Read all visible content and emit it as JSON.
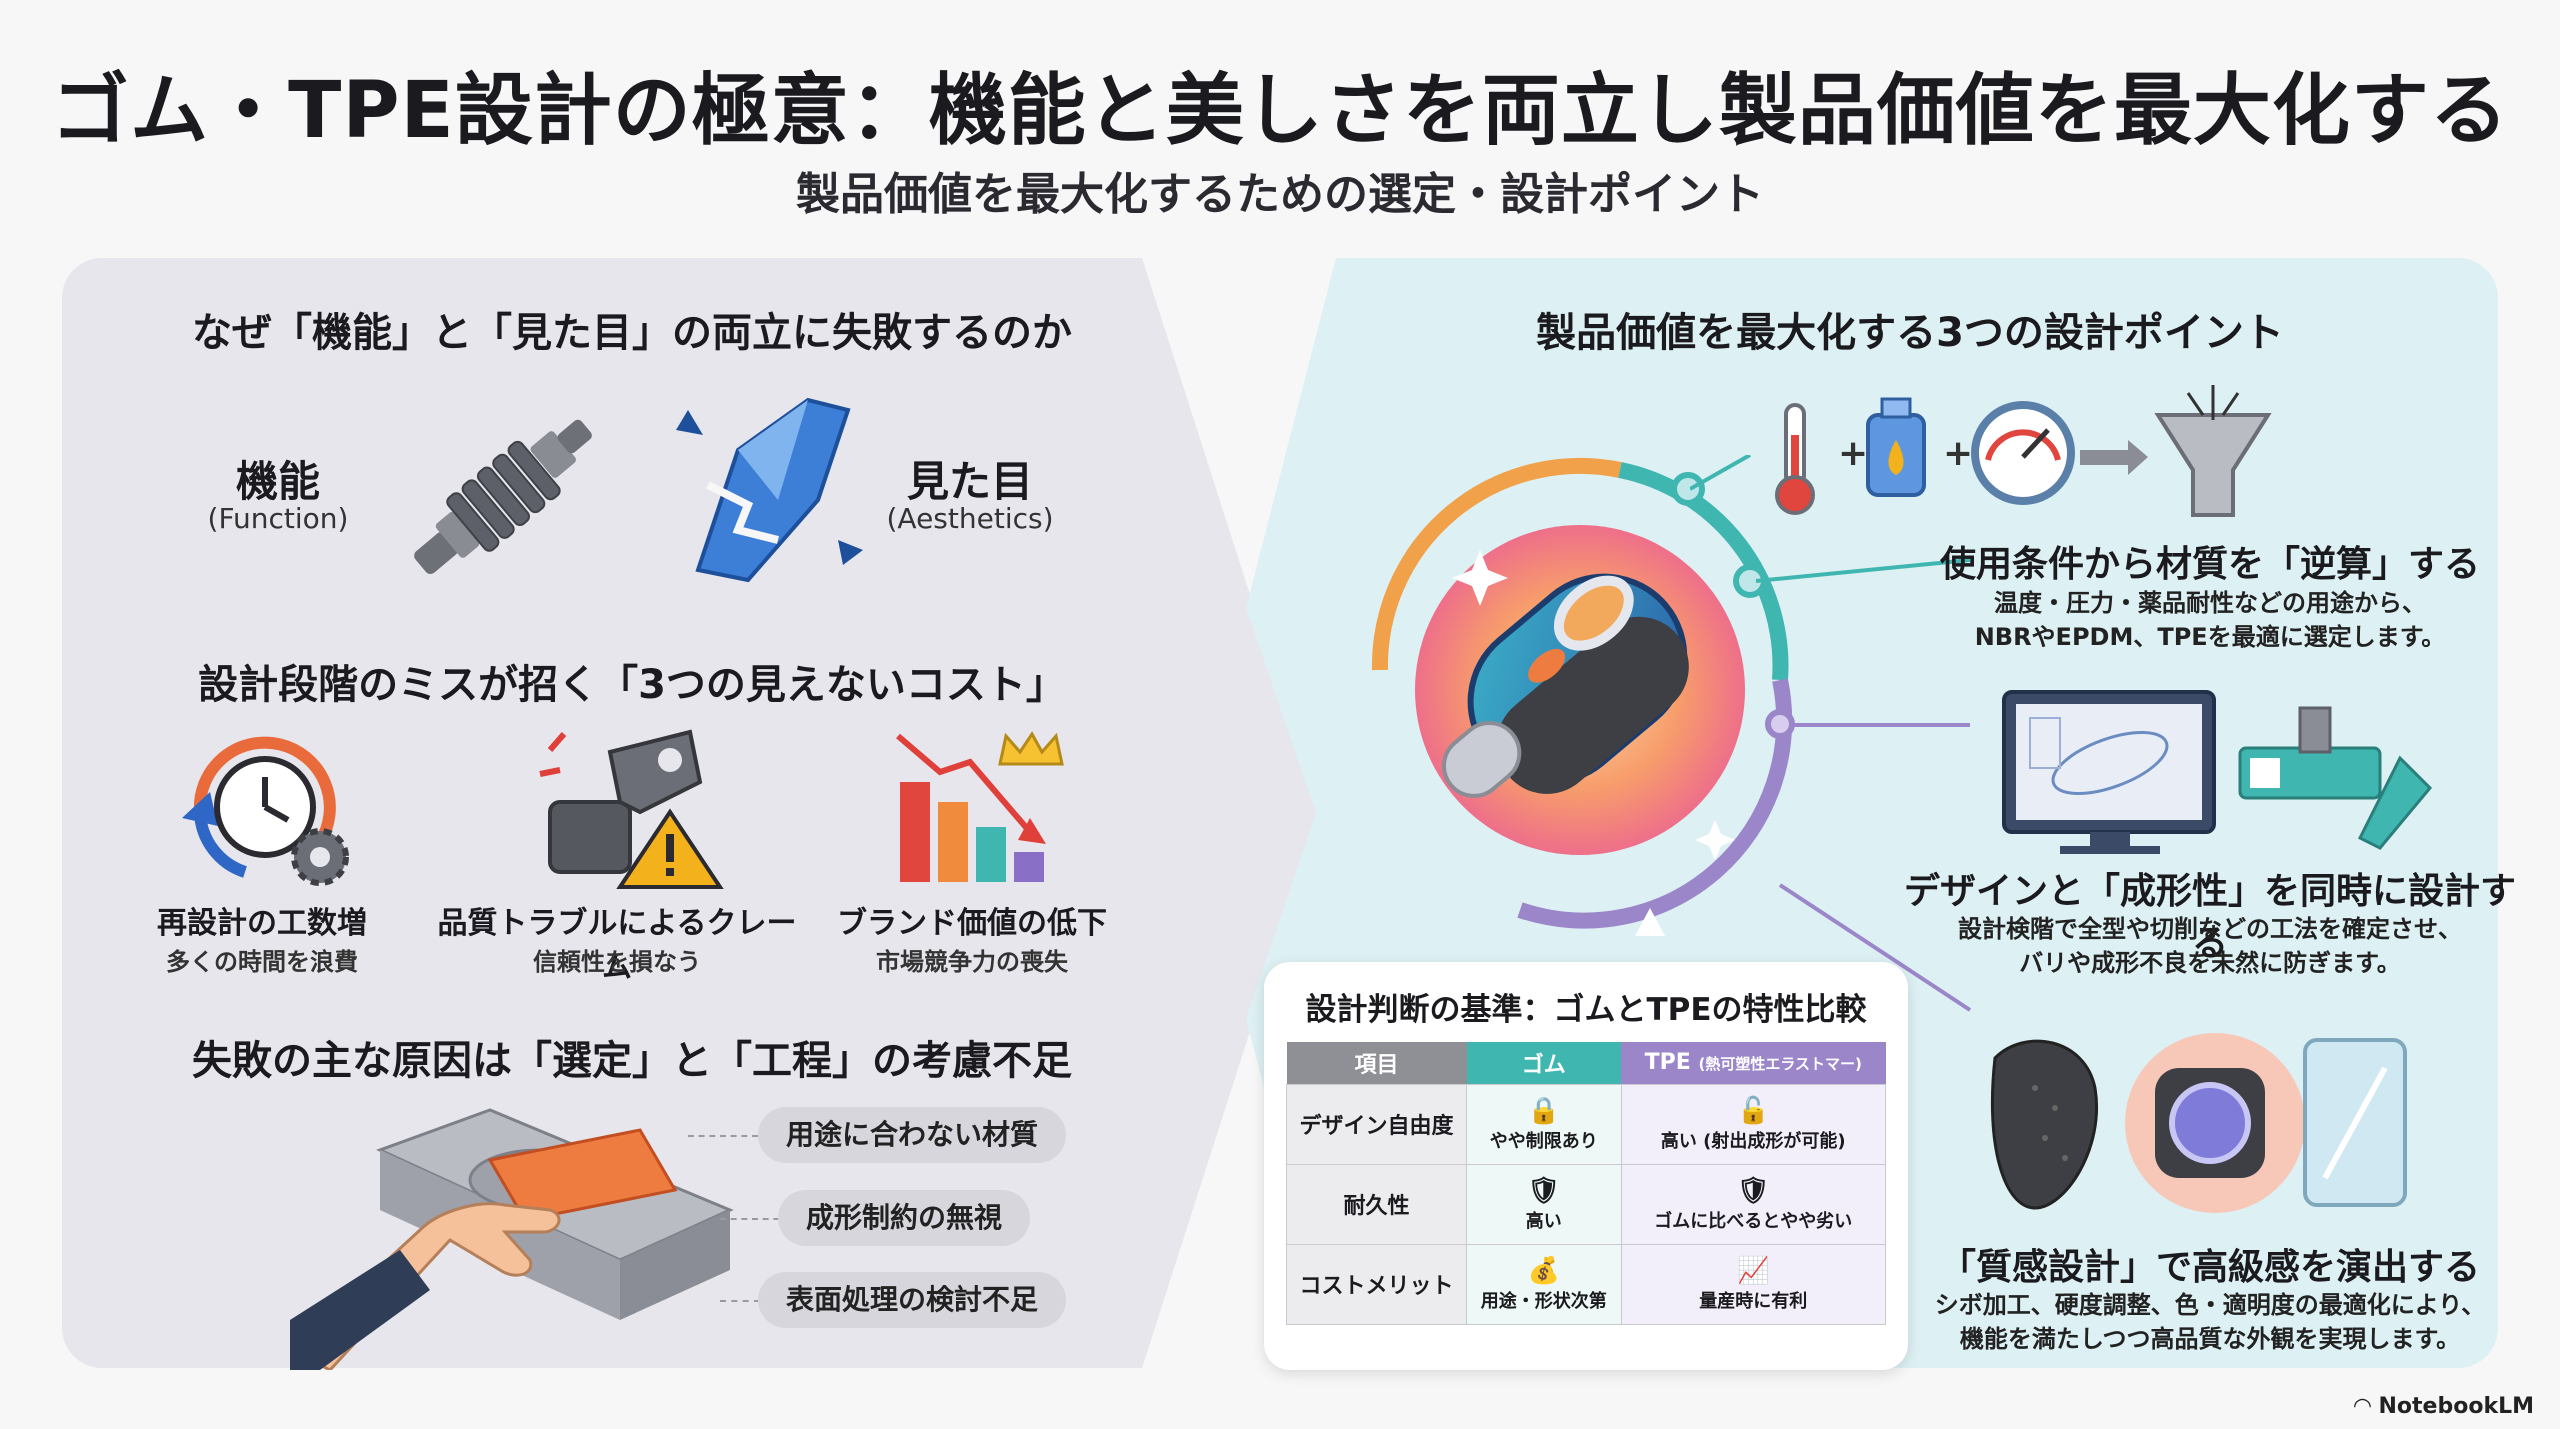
{
  "title": "ゴム・TPE設計の極意：機能と美しさを両立し製品価値を最大化する",
  "subtitle": "製品価値を最大化するための選定・設計ポイント",
  "left": {
    "section1_heading": "なぜ「機能」と「見た目」の両立に失敗するのか",
    "function_label": "機能",
    "function_sub": "(Function)",
    "aesthetics_label": "見た目",
    "aesthetics_sub": "(Aesthetics)",
    "section2_heading": "設計段階のミスが招く「3つの見えないコスト」",
    "costs": [
      {
        "title": "再設計の工数増",
        "sub": "多くの時間を浪費"
      },
      {
        "title": "品質トラブルによるクレーム",
        "sub": "信頼性を損なう"
      },
      {
        "title": "ブランド価値の低下",
        "sub": "市場競争力の喪失"
      }
    ],
    "section3_heading": "失敗の主な原因は「選定」と「工程」の考慮不足",
    "causes": [
      "用途に合わない材質",
      "成形制約の無視",
      "表面処理の検討不足"
    ]
  },
  "right": {
    "heading": "製品価値を最大化する3つの設計ポイント",
    "points": [
      {
        "title": "使用条件から材質を「逆算」する",
        "desc1": "温度・圧力・薬品耐性などの用途から、",
        "desc2": "NBRやEPDM、TPEを最適に選定します。"
      },
      {
        "title": "デザインと「成形性」を同時に設計する",
        "desc1": "設計検階で全型や切削などの工法を確定させ、",
        "desc2": "バリや成形不良を未然に防ぎます。"
      },
      {
        "title": "「質感設計」で高級感を演出する",
        "desc1": "シボ加工、硬度調整、色・適明度の最適化により、",
        "desc2": "機能を満たしつつ高品質な外観を実現します。"
      }
    ],
    "plus1": "+",
    "plus2": "+"
  },
  "comparison": {
    "title": "設計判断の基準：ゴムとTPEの特性比較",
    "headers": {
      "item": "項目",
      "rubber": "ゴム",
      "tpe": "TPE",
      "tpe_note": "(熱可塑性エラストマー)"
    },
    "rows": [
      {
        "label": "デザイン自由度",
        "rubber_icon": "🔒",
        "rubber": "やや制限あり",
        "tpe_icon": "🔓",
        "tpe": "高い (射出成形が可能)"
      },
      {
        "label": "耐久性",
        "rubber_icon": "🛡",
        "rubber": "高い",
        "tpe_icon": "🛡",
        "tpe": "ゴムに比べるとやや劣い"
      },
      {
        "label": "コストメリット",
        "rubber_icon": "💰",
        "rubber": "用途・形状次第",
        "tpe_icon": "📈",
        "tpe": "量産時に有利"
      }
    ]
  },
  "brand": "NotebookLM",
  "colors": {
    "left_bg": "#e6e6ec",
    "right_bg": "#ddf0f3",
    "teal": "#3fb6b0",
    "purple": "#9a86c9",
    "header_grey": "#8f8f96"
  }
}
